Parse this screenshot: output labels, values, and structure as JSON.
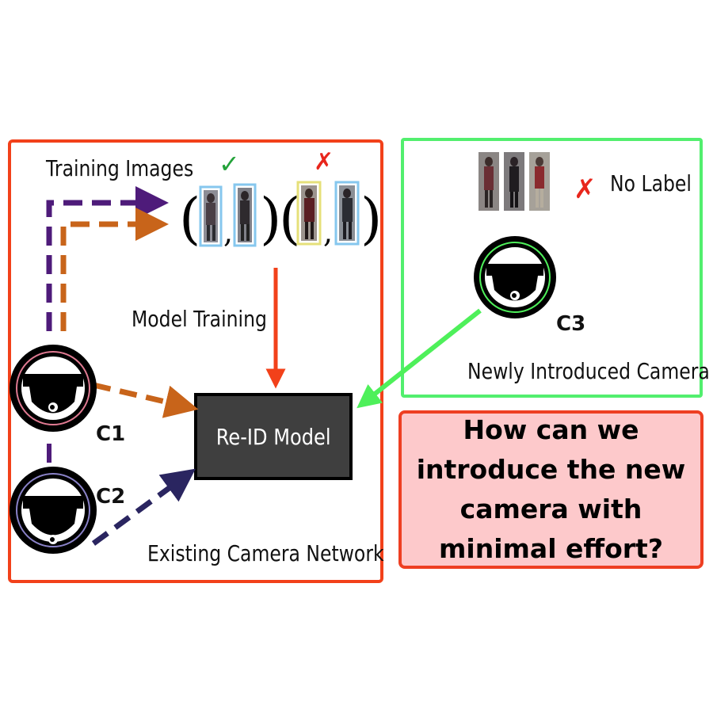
{
  "labels": {
    "training_images": "Training Images",
    "model_training": "Model Training",
    "existing_network": "Existing Camera Network",
    "newly_introduced": "Newly Introduced Camera",
    "no_label": "No Label",
    "reid_model": "Re-ID Model",
    "question": "How can we introduce the new camera with minimal effort?"
  },
  "cameras": {
    "c1": "C1",
    "c2": "C2",
    "c3": "C3"
  },
  "symbols": {
    "check": "✓",
    "cross": "✗",
    "open_paren": "(",
    "close_paren": ")",
    "comma": ","
  },
  "colors": {
    "existing_border": "#f2411a",
    "new_border": "#52ef6e",
    "question_fill": "#fdc9cb",
    "purple_arrow": "#4e1b7a",
    "orange_arrow": "#c8641a",
    "navy_arrow": "#2a2560",
    "green_arrow": "#4ef05a",
    "red_arrow": "#f2411a"
  }
}
